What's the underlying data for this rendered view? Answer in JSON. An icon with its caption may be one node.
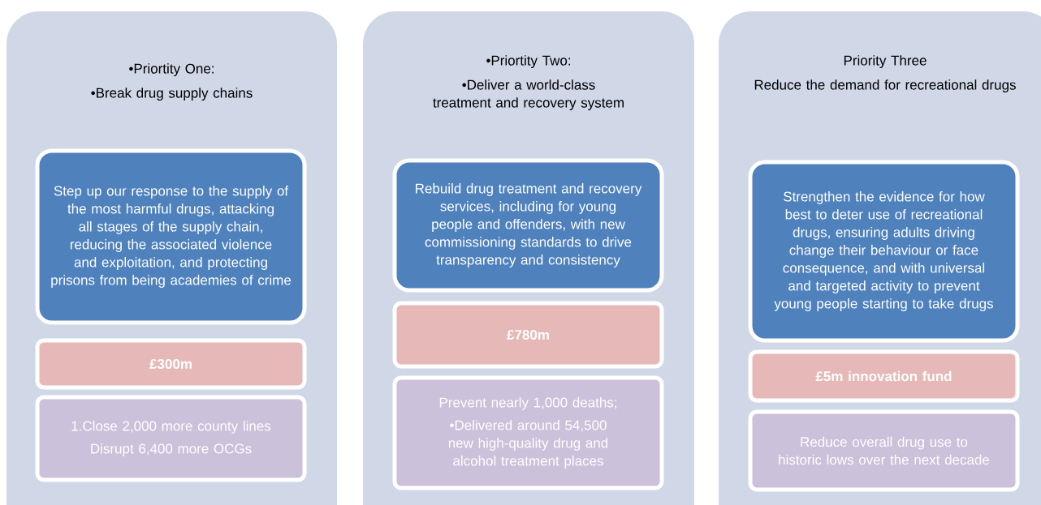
{
  "diagram": {
    "nodes": [
      {
        "text": [
          "•Priortity One:",
          "•Break drug supply chains"
        ]
      },
      {
        "text": [
          "Step up our response to the supply of the most harmful drugs, attacking all stages of the supply chain, reducing the associated violence and exploitation, and protecting prisons from being academies of crime"
        ],
        "in": 0
      },
      {
        "text": [
          "£300m"
        ],
        "in": 0
      },
      {
        "text": [
          "1.Close 2,000 more county lines",
          "Disrupt 6,400 more OCGs"
        ],
        "in": 0
      },
      {
        "text": [
          "•Priortity Two:",
          "•Deliver a world-class treatment and recovery system"
        ]
      },
      {
        "text": [
          "Rebuild drug treatment and recovery services, including for young people and offenders, with new commissioning standards to drive transparency and consistency"
        ],
        "in": 4
      },
      {
        "text": [
          "£780m"
        ],
        "in": 4
      },
      {
        "text": [
          "Prevent nearly 1,000 deaths;",
          "•Delivered around 54,500 new high-quality drug and alcohol treatment places"
        ],
        "in": 4
      },
      {
        "text": [
          "Priority Three",
          "Reduce the demand for recreational drugs"
        ]
      },
      {
        "text": [
          "Strengthen the evidence for how best to deter use of recreational drugs, ensuring adults driving change their behaviour or face consequence, and with universal and targeted activity to prevent young people starting to take drugs"
        ],
        "in": 8
      },
      {
        "text": [
          "£5m innovation fund"
        ],
        "in": 8
      },
      {
        "text": [
          "Reduce overall drug use to historic lows over the next decade"
        ],
        "in": 8
      }
    ]
  }
}
